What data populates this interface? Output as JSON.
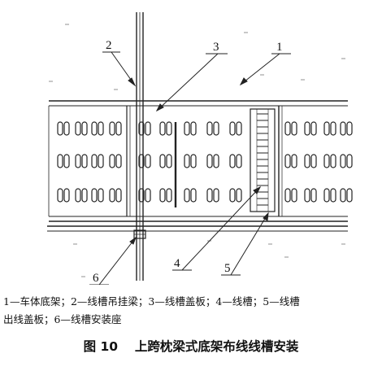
{
  "labels": {
    "n1": "1",
    "n2": "2",
    "n3": "3",
    "n4": "4",
    "n5": "5",
    "n6": "6"
  },
  "legend": {
    "line1": "1—车体底架；2—线槽吊挂梁；3—线槽盖板；4—线槽；5—线槽",
    "line2": "出线盖板；6—线槽安装座"
  },
  "caption": {
    "figure_no": "图 10",
    "title": "上跨枕梁式底架布线线槽安装"
  }
}
